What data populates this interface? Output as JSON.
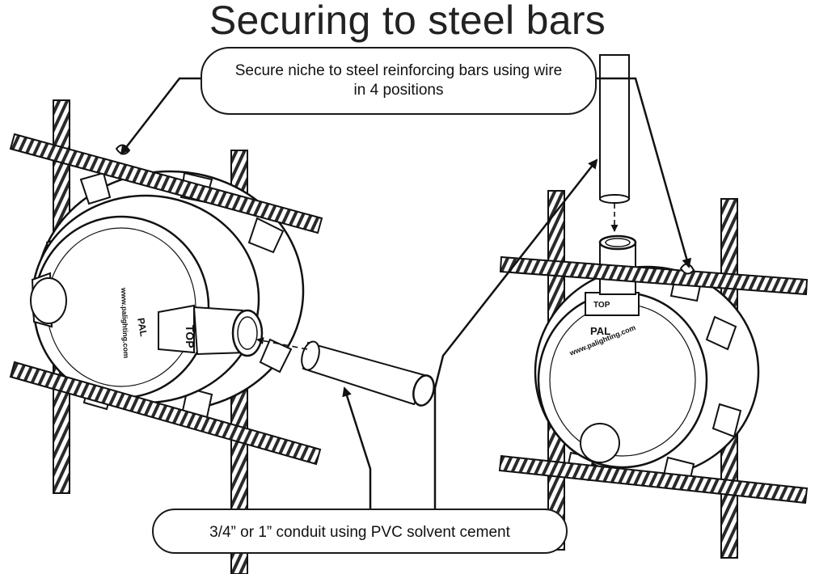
{
  "title": "Securing to steel bars",
  "callouts": {
    "top": {
      "line1": "Secure niche to steel reinforcing bars using wire",
      "line2": "in 4 positions"
    },
    "bottom": "3/4” or 1” conduit using PVC solvent cement"
  },
  "niche_labels": {
    "top_tag": "TOP",
    "logo": "PAL",
    "website": "www.palighting.com"
  }
}
